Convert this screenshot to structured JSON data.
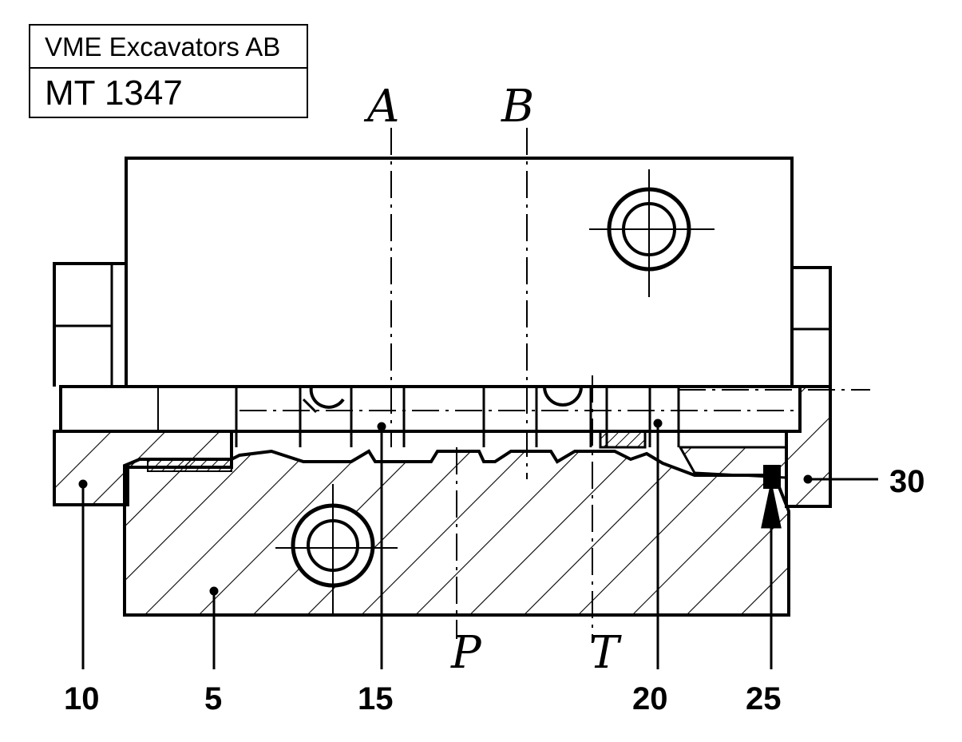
{
  "title_block": {
    "company": "VME Excavators AB",
    "drawing_number": "MT 1347"
  },
  "port_labels": {
    "a": "A",
    "b": "B",
    "p": "P",
    "t": "T"
  },
  "callouts": {
    "c10": "10",
    "c5": "5",
    "c15": "15",
    "c20": "20",
    "c25": "25",
    "c30": "30"
  }
}
